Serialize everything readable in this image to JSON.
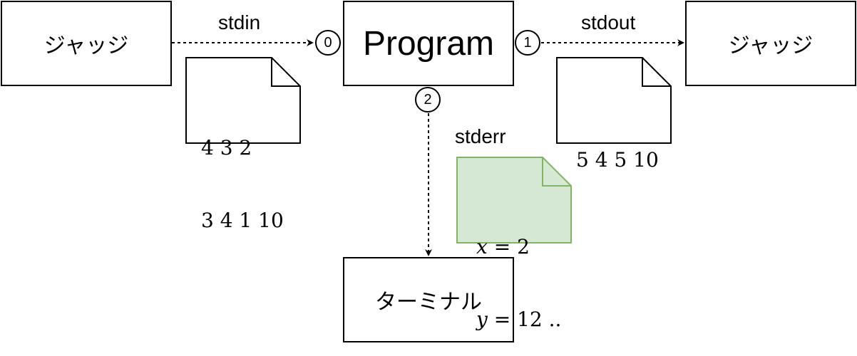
{
  "nodes": {
    "judge_left": "ジャッジ",
    "program": "Program",
    "judge_right": "ジャッジ",
    "terminal": "ターミナル"
  },
  "streams": {
    "stdin": {
      "label": "stdin",
      "fd": "0"
    },
    "stdout": {
      "label": "stdout",
      "fd": "1"
    },
    "stderr": {
      "label": "stderr",
      "fd": "2"
    }
  },
  "notes": {
    "stdin_lines": [
      "4 3 2",
      "3 4 1 10"
    ],
    "stdout_lines": [
      "5 4 5 10"
    ],
    "stderr_lines": [
      {
        "var": "x",
        "op": "=",
        "value": "2"
      },
      {
        "var": "y",
        "op": "=",
        "value": "12 .."
      }
    ]
  },
  "colors": {
    "stroke": "#000000",
    "stderr_note_fill": "#d5e8d4",
    "stderr_note_stroke": "#82b366"
  }
}
